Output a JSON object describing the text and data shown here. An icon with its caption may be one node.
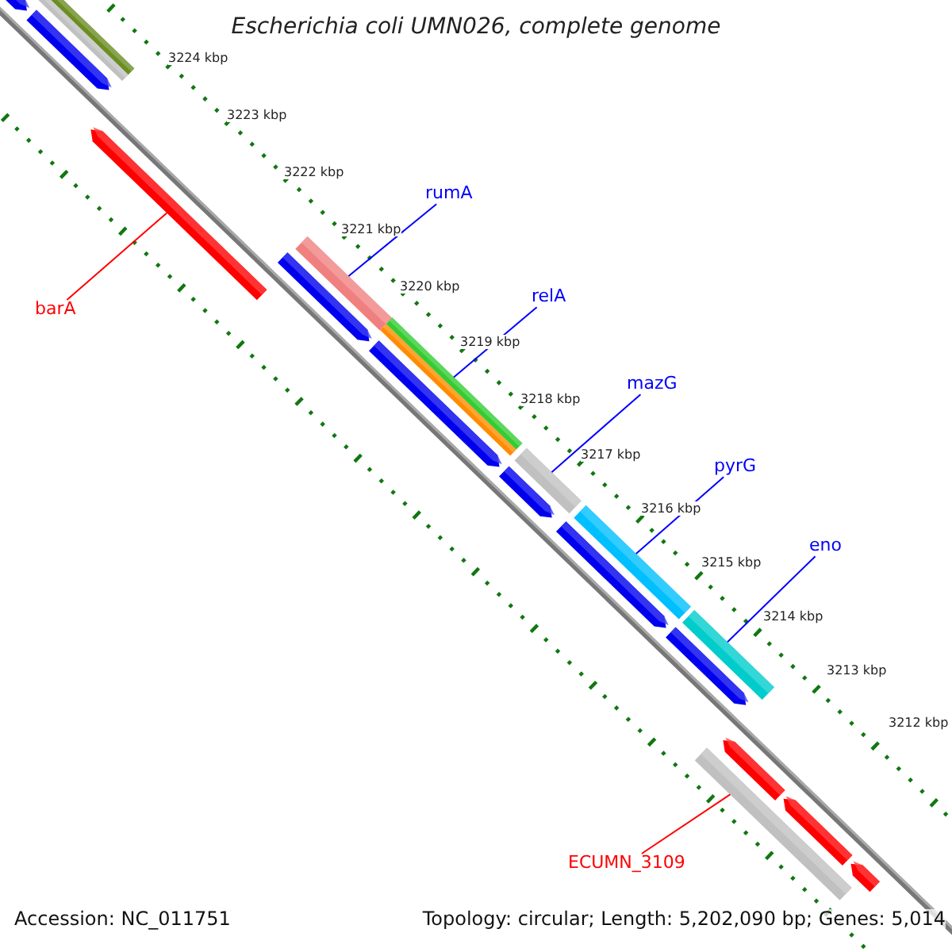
{
  "diagram": {
    "title": "Escherichia coli UMN026, complete genome",
    "nodes": [
      {
        "text": [
          "rumA"
        ]
      },
      {
        "text": [
          "relA"
        ]
      },
      {
        "text": [
          "barA"
        ]
      },
      {
        "text": [
          "mazG"
        ]
      },
      {
        "text": [
          "pyrG"
        ]
      },
      {
        "text": [
          "eno"
        ]
      },
      {
        "text": [
          "ECUMN_3109"
        ]
      },
      {
        "text": [],
        "shape": "bar"
      },
      {
        "text": [],
        "shape": "bar"
      },
      {
        "text": [],
        "shape": "bar"
      },
      {
        "text": [],
        "shape": "bar"
      },
      {
        "text": [],
        "shape": "bar"
      },
      {
        "text": [],
        "shape": "bar"
      },
      {
        "text": [],
        "shape": "bar"
      }
    ],
    "edges": [
      {
        "from": 0,
        "to": 8,
        "arrow": "none"
      },
      {
        "from": 1,
        "to": 9,
        "arrow": "none"
      },
      {
        "from": 2,
        "to": 7,
        "arrow": "none",
        "color": "#ff0000"
      },
      {
        "from": 3,
        "to": 10,
        "arrow": "none"
      },
      {
        "from": 4,
        "to": 11,
        "arrow": "none"
      },
      {
        "from": 5,
        "to": 12,
        "arrow": "none"
      },
      {
        "from": 6,
        "to": 13,
        "arrow": "none",
        "color": "#ff0000"
      }
    ],
    "labels": [
      "3224 kbp",
      "3223 kbp",
      "3222 kbp",
      "3221 kbp",
      "3220 kbp",
      "3219 kbp",
      "3218 kbp",
      "3217 kbp",
      "3216 kbp",
      "3215 kbp",
      "3214 kbp",
      "3213 kbp",
      "3212 kbp",
      "Accession: NC_011751",
      "Topology: circular; Length: 5,202,090 bp; Genes: 5,014"
    ]
  }
}
